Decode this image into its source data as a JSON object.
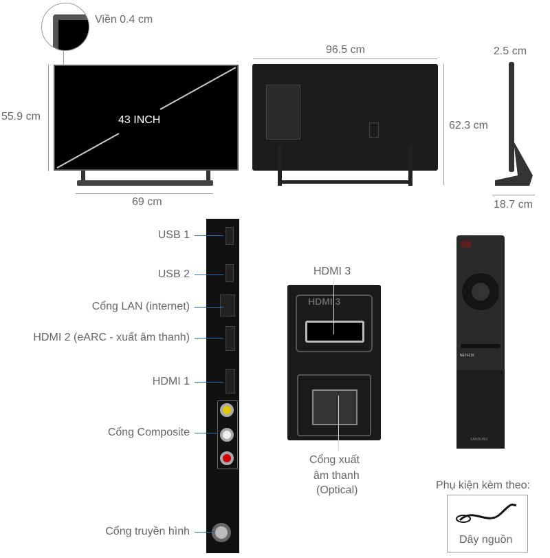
{
  "front": {
    "bezel": "Viền 0.4 cm",
    "height": "55.9 cm",
    "width": "69 cm",
    "diagonal": "43 INCH"
  },
  "back": {
    "width": "96.5 cm",
    "height": "62.3 cm"
  },
  "side": {
    "depth": "2.5 cm",
    "stand_depth": "18.7 cm"
  },
  "ports": [
    {
      "label": "USB 1"
    },
    {
      "label": "USB 2"
    },
    {
      "label": "Cổng LAN (internet)"
    },
    {
      "label": "HDMI 2 (eARC - xuất âm thanh)"
    },
    {
      "label": "HDMI 1"
    },
    {
      "label": "Cổng Composite"
    },
    {
      "label": "Cổng truyền hình"
    }
  ],
  "closeup": {
    "hdmi3": "HDMI 3",
    "panel_text": "HDMI 3",
    "optical_line1": "Cổng xuất",
    "optical_line2": "âm thanh",
    "optical_line3": "(Optical)"
  },
  "remote": {
    "brand": "SAMSUNG",
    "netflix": "NETFLIX"
  },
  "accessories": {
    "title": "Phụ kiện kèm theo:",
    "item": "Dây nguồn"
  },
  "colors": {
    "text": "#666666",
    "leader": "#2f6fb5",
    "tv": "#000000"
  }
}
